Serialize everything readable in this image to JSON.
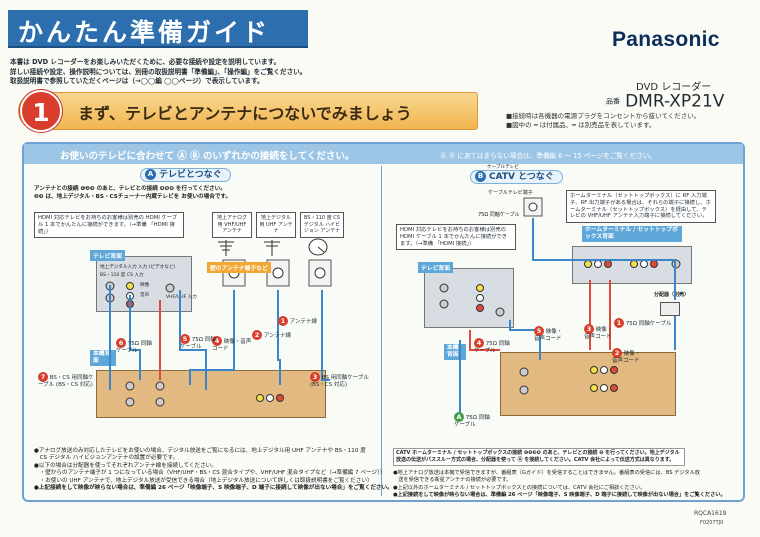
{
  "header": {
    "title": "かんたん準備ガイド",
    "intro": [
      "本書は DVD レコーダーをお楽しみいただくために、必要な接続や設定を説明しています。",
      "詳しい接続や設定、操作説明については、別冊の取扱説明書「準備編」、「操作編」をご覧ください。",
      "取扱説明書で参照していただくページは（→◯◯編 ◯◯ページ）で表示しています。"
    ],
    "brand": "Panasonic",
    "product_type": "DVD レコーダー",
    "model_prefix": "品番",
    "model": "DMR-XP21V"
  },
  "step": {
    "number": "1",
    "title": "まず、テレビとアンテナにつないでみましょう",
    "notes": [
      "■接続時は各機器の電源プラグをコンセントから抜いてください。",
      "■図中の ━ は付属品、━ は別売品を表しています。"
    ]
  },
  "main": {
    "heading": "お使いのテレビに合わせて Ⓐ Ⓑ のいずれかの接続をしてください。",
    "heading_note": "Ⓐ Ⓑ にあてはまらない場合は、準備編 6 〜 15 ページをご覧ください。"
  },
  "section_a": {
    "badge": "A",
    "title": "テレビとつなぐ",
    "order_lines": [
      "アンテナとの接続 ❶❷❸ のあと、テレビとの接続 ❹❺❻ を行ってください。",
      "❷❸ は、地上デジタル・BS・CSチューナー内蔵テレビを お使いの場合です。"
    ],
    "hdmi_callout": "HDMI 対応テレビをお持ちのお客様は別売の HDMI ケーブル 1 本でかんたんに接続ができます。（→準備 「HDMI 接続」）",
    "tv_tag": "テレビ背面",
    "antenna_tag": "壁のアンテナ端子など",
    "antennas": [
      "地上アナログ用 VHF/UHF アンテナ",
      "地上デジタル用 UHF アンテナ",
      "BS・110 度 CS デジタル ハイビジョン アンテナ"
    ],
    "tv_ports": [
      "地上デジタル入力",
      "BS・110 度 CS 入力",
      "入力 (ビデオなど)",
      "映像",
      "音声",
      "VHF/UHF 入力"
    ],
    "cables": [
      {
        "num": "1",
        "label": "アンテナ線"
      },
      {
        "num": "2",
        "label": "アンテナ線"
      },
      {
        "num": "3",
        "label": "BS 用同軸ケーブル (BS・CS 対応)"
      },
      {
        "num": "4",
        "label": "映像・音声コード"
      },
      {
        "num": "5",
        "label": "75Ω 同軸ケーブル"
      },
      {
        "num": "6",
        "label": "75Ω 同軸ケーブル"
      },
      {
        "num": "7",
        "label": "BS・CS 用同軸ケーブル (BS・CS 対応)"
      }
    ],
    "unit_tag": "本機背面",
    "footnotes": [
      "●アナログ放送のみ対応したテレビをお使いの場合、デジタル放送をご覧になるには、地上デジタル用 UHF アンテナや BS・110 度",
      "　CS デジタル ハイビジョンアンテナの設置が必要です。",
      "●以下の場合は分配器を使ってそれぞれアンテナ線を接続してください。",
      "　・壁からのアンテナ端子が 1 つになっている場合（VHF/UHF・BS・CS 混合タイプや、VHF/UHF 混合タイプなど（→準備編 7 ページ））",
      "　・お使いの UHF アンテナで、地上デジタル放送が受信できる場合（地上デジタル放送について詳しくは取扱説明書をご覧ください）",
      "●上記接続をして映像が映らない場合は、準備編 26 ページ「映像端子、S 映像端子、D 端子に接続して映像が出ない場合」をご覧ください。"
    ]
  },
  "section_b": {
    "badge": "B",
    "title": "CATV とつなぐ",
    "title_ruby": "ケーブルテレビ",
    "jack_label": "ケーブルテレビ端子",
    "coax_label": "75Ω 同軸ケーブル",
    "stb_note": "ホームターミナル（セットトップボックス）に RF 入力端子、RF 出力端子がある場合は、それらの端子に接続し、ホームターミナル（セットトップボックス）を経由して、テレビの VHF/UHF アンテナ入力端子に接続してください。",
    "hdmi_callout": "HDMI 対応テレビをお持ちのお客様は別売の HDMI ケーブル 1 本でかんたんに接続ができます。（→準備 「HDMI 接続」）",
    "tv_tag": "テレビ背面",
    "stb_tag": "ホームターミナル / セットトップボックス背面",
    "splitter_label": "分配器（別売）",
    "unit_tag": "本機背面",
    "cables": [
      {
        "num": "1",
        "label": "75Ω 同軸ケーブル"
      },
      {
        "num": "2",
        "label": "映像・音声コード"
      },
      {
        "num": "3",
        "label": "映像・音声コード"
      },
      {
        "num": "4",
        "label": "75Ω 同軸ケーブル"
      },
      {
        "num": "5",
        "label": "映像・音声コード"
      },
      {
        "num": "A",
        "label": "75Ω 同軸ケーブル"
      }
    ],
    "order_lines": [
      "CATV ホームターミナル / セットトップボックスの接続 ❶❷❸❹ のあと、テレビとの接続 ❺ を行ってください。地上デジタル",
      "放送の伝送がパススルー方式の場合、分配器を使って Ⓐ を接続してください。CATV 会社によって伝送方式は異なります。"
    ],
    "footnotes": [
      "●地上アナログ放送は本機で受信できますが、番組表（Gガイド）を受信することはできません。番組表の受信には、BS デジタル放",
      "　送を受信できる衛星アンテナの接続が必要です。",
      "●上記以外のホームターミナル / セットトップボックスとの接続については、CATV 会社にご相談ください。",
      "●上記接続をして映像が映らない場合は、準備編 26 ページ「映像端子、S 映像端子、D 端子に接続して映像が出ない場合」をご覧ください。"
    ]
  },
  "footer": {
    "code1": "RQCA1619",
    "code2": "F0207TJ0"
  },
  "colors": {
    "title_bar": "#2d6fae",
    "banner": "#f2b550",
    "step_circle": "#d93d2c",
    "accent_blue": "#6da3d2",
    "cable_blue": "#3a86c8",
    "included_cable": "#3a86c8",
    "optional_cable": "#d93d2c"
  }
}
